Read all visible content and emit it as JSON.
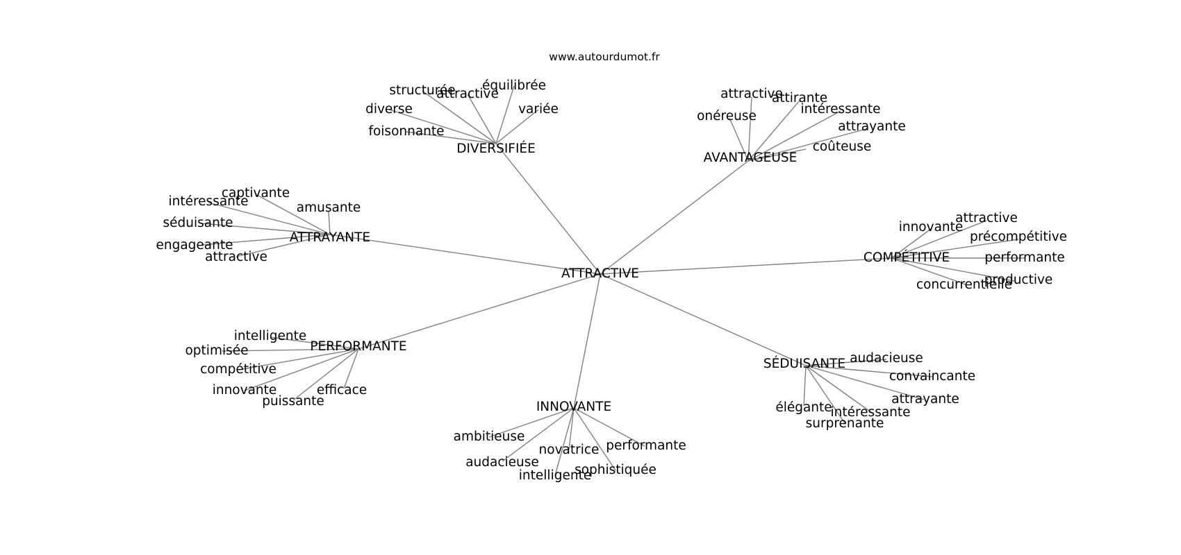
{
  "site": "www.autourdumot.fr",
  "root": "ATTRACTIVE",
  "branches": [
    {
      "word": "DIVERSIFIÉE",
      "children": [
        "structurée",
        "attractive",
        "équilibrée",
        "variée",
        "diverse",
        "foisonnante"
      ]
    },
    {
      "word": "AVANTAGEUSE",
      "children": [
        "attractive",
        "attirante",
        "intéressante",
        "onéreuse",
        "attrayante",
        "coûteuse"
      ]
    },
    {
      "word": "ATTRAYANTE",
      "children": [
        "captivante",
        "intéressante",
        "amusante",
        "séduisante",
        "engageante",
        "attractive"
      ]
    },
    {
      "word": "COMPÉTITIVE",
      "children": [
        "attractive",
        "innovante",
        "précompétitive",
        "performante",
        "productive",
        "concurrentielle"
      ]
    },
    {
      "word": "PERFORMANTE",
      "children": [
        "intelligente",
        "optimisée",
        "compétitive",
        "innovante",
        "efficace",
        "puissante"
      ]
    },
    {
      "word": "SÉDUISANTE",
      "children": [
        "audacieuse",
        "convaincante",
        "élégante",
        "attrayante",
        "intéressante",
        "surprenante"
      ]
    },
    {
      "word": "INNOVANTE",
      "children": [
        "ambitieuse",
        "novatrice",
        "performante",
        "audacieuse",
        "intelligente",
        "sophistiquée"
      ]
    }
  ]
}
